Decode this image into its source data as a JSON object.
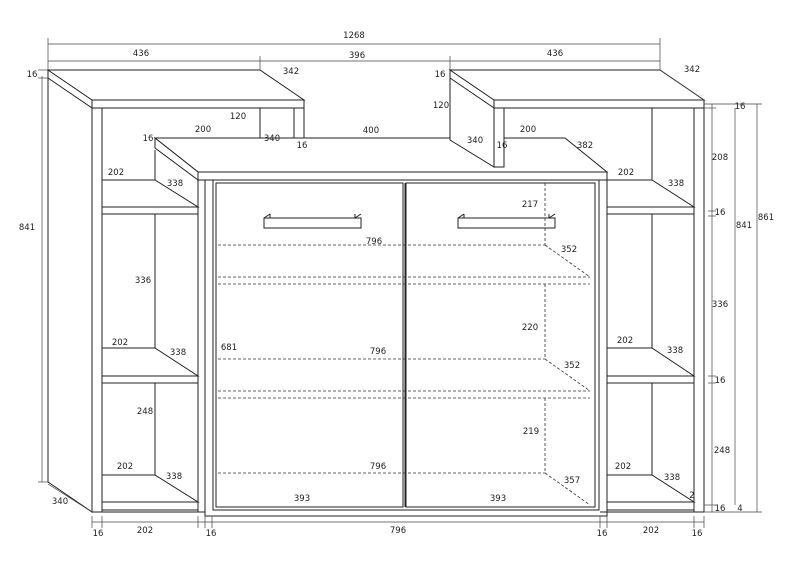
{
  "dimensions": {
    "total_width": "1268",
    "top_left_width": "436",
    "top_gap_width": "396",
    "top_right_width": "436",
    "top_depth_left": "342",
    "top_depth_right": "342",
    "top_thickness_left": "16",
    "top_thickness_right": "16",
    "upright_height": "120",
    "upright_height_right": "120",
    "upright_depth_left": "340",
    "upright_depth_right": "340",
    "upright_thick_left": "16",
    "upright_thick_right": "16",
    "inner_top_left_width": "200",
    "inner_top_center_width": "400",
    "inner_top_right_width": "200",
    "inner_top_thick": "16",
    "inner_top_depth": "382",
    "left_height": "841",
    "left_base_depth": "340",
    "left_shelf1_w": "202",
    "left_shelf1_d": "338",
    "left_gap1": "336",
    "left_shelf2_w": "202",
    "left_shelf2_d": "338",
    "left_gap2": "248",
    "left_shelf3_w": "202",
    "left_shelf3_d": "338",
    "center_gap1": "217",
    "center_shelf1_w": "796",
    "center_shelf1_d": "352",
    "center_gap2": "220",
    "center_height": "681",
    "center_shelf2_w": "796",
    "center_shelf2_d": "352",
    "center_gap3": "219",
    "center_shelf3_w": "796",
    "center_shelf3_d": "357",
    "door_left_w": "393",
    "door_right_w": "393",
    "right_shelf1_w": "202",
    "right_shelf1_d": "338",
    "right_shelf2_w": "202",
    "right_shelf2_d": "338",
    "right_shelf3_w": "202",
    "right_shelf3_d": "338",
    "right_small": "2",
    "right_gap_top": "208",
    "right_shelf_thick1": "16",
    "right_gap_mid": "336",
    "right_shelf_thick2": "16",
    "right_gap_bottom": "248",
    "right_bottom_thick": "16",
    "right_plinth": "4",
    "right_top_thick": "16",
    "right_height_841": "841",
    "right_height_861": "861",
    "bottom_16_a": "16",
    "bottom_202_left": "202",
    "bottom_16_b": "16",
    "bottom_796": "796",
    "bottom_16_c": "16",
    "bottom_202_right": "202",
    "bottom_16_d": "16"
  }
}
